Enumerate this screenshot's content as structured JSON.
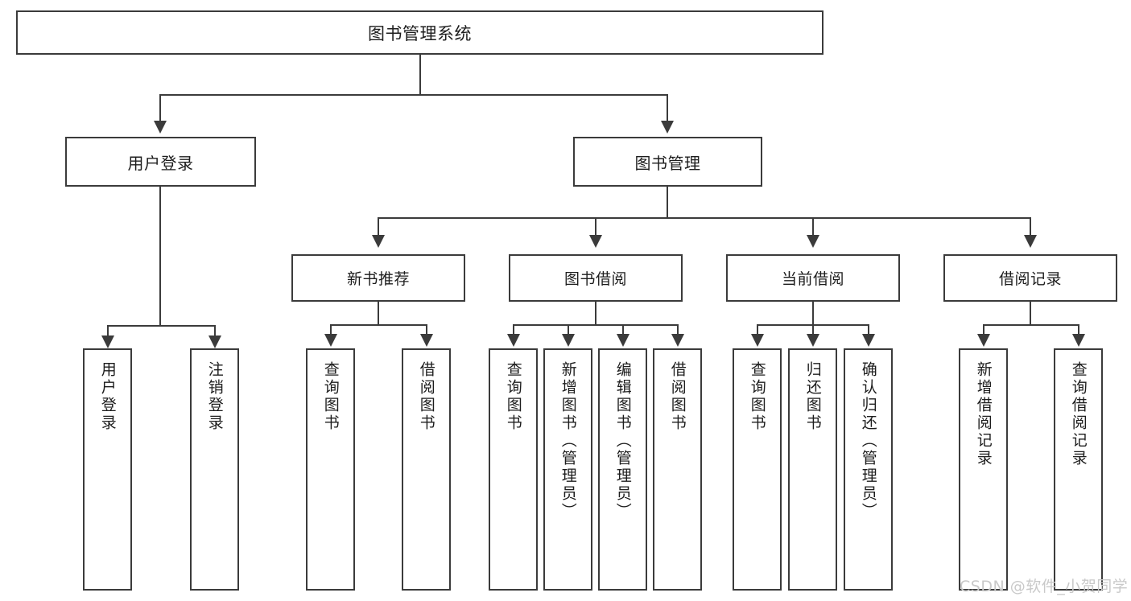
{
  "diagram": {
    "title": "图书管理系统",
    "type": "hierarchy-tree",
    "root": {
      "label": "图书管理系统"
    },
    "tier2": [
      {
        "label": "用户登录"
      },
      {
        "label": "图书管理"
      }
    ],
    "tier3": [
      {
        "label": "新书推荐"
      },
      {
        "label": "图书借阅"
      },
      {
        "label": "当前借阅"
      },
      {
        "label": "借阅记录"
      }
    ],
    "leaves": {
      "user_login": [
        {
          "label": "用户登录"
        },
        {
          "label": "注销登录"
        }
      ],
      "new_book_recommend": [
        {
          "label": "查询图书"
        },
        {
          "label": "借阅图书"
        }
      ],
      "book_borrow": [
        {
          "label": "查询图书"
        },
        {
          "label": "新增图书（管理员）"
        },
        {
          "label": "编辑图书（管理员）"
        },
        {
          "label": "借阅图书"
        }
      ],
      "current_borrow": [
        {
          "label": "查询图书"
        },
        {
          "label": "归还图书"
        },
        {
          "label": "确认归还（管理员）"
        }
      ],
      "borrow_record": [
        {
          "label": "新增借阅记录"
        },
        {
          "label": "查询借阅记录"
        }
      ]
    }
  },
  "watermark": {
    "text": "CSDN @软件_小贺同学"
  },
  "colors": {
    "border": "#3b3b3b",
    "text": "#1d1d1d",
    "background": "#ffffff",
    "watermark": "#c9c9c9"
  }
}
